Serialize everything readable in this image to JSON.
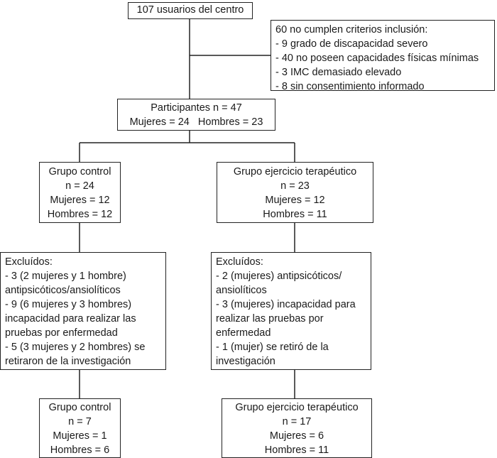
{
  "total": {
    "text": "107 usuarios del centro"
  },
  "excluded_initial": {
    "lines": [
      "60 no cumplen criterios inclusión:",
      "- 9 grado de discapacidad severo",
      "- 40 no poseen capacidades físicas mínimas",
      "- 3 IMC demasiado elevado",
      "- 8 sin consentimiento informado"
    ]
  },
  "participants": {
    "title": "Participantes n = 47",
    "women": "Mujeres = 24",
    "men": "Hombres = 23"
  },
  "control_group": {
    "lines": [
      "Grupo control",
      "n = 24",
      "Mujeres = 12",
      "Hombres = 12"
    ]
  },
  "exercise_group": {
    "lines": [
      "Grupo ejercicio terapéutico",
      "n = 23",
      "Mujeres = 12",
      "Hombres = 11"
    ]
  },
  "control_excluded": {
    "lines": [
      "Excluídos:",
      "- 3 (2 mujeres y 1 hombre)",
      "antipsicóticos/ansiolíticos",
      "- 9 (6 mujeres y 3 hombres)",
      "incapacidad para realizar las",
      "pruebas por enfermedad",
      "- 5 (3 mujeres y 2 hombres) se",
      "retiraron de la investigación"
    ]
  },
  "exercise_excluded": {
    "lines": [
      "Excluídos:",
      "- 2 (mujeres) antipsicóticos/",
      "ansiolíticos",
      "- 3 (mujeres) incapacidad para",
      "realizar las pruebas por",
      "enfermedad",
      "- 1 (mujer) se retiró de la",
      "investigación"
    ]
  },
  "control_final": {
    "lines": [
      "Grupo control",
      "n = 7",
      "Mujeres = 1",
      "Hombres = 6"
    ]
  },
  "exercise_final": {
    "lines": [
      "Grupo ejercicio terapéutico",
      "n = 17",
      "Mujeres = 6",
      "Hombres = 11"
    ]
  }
}
